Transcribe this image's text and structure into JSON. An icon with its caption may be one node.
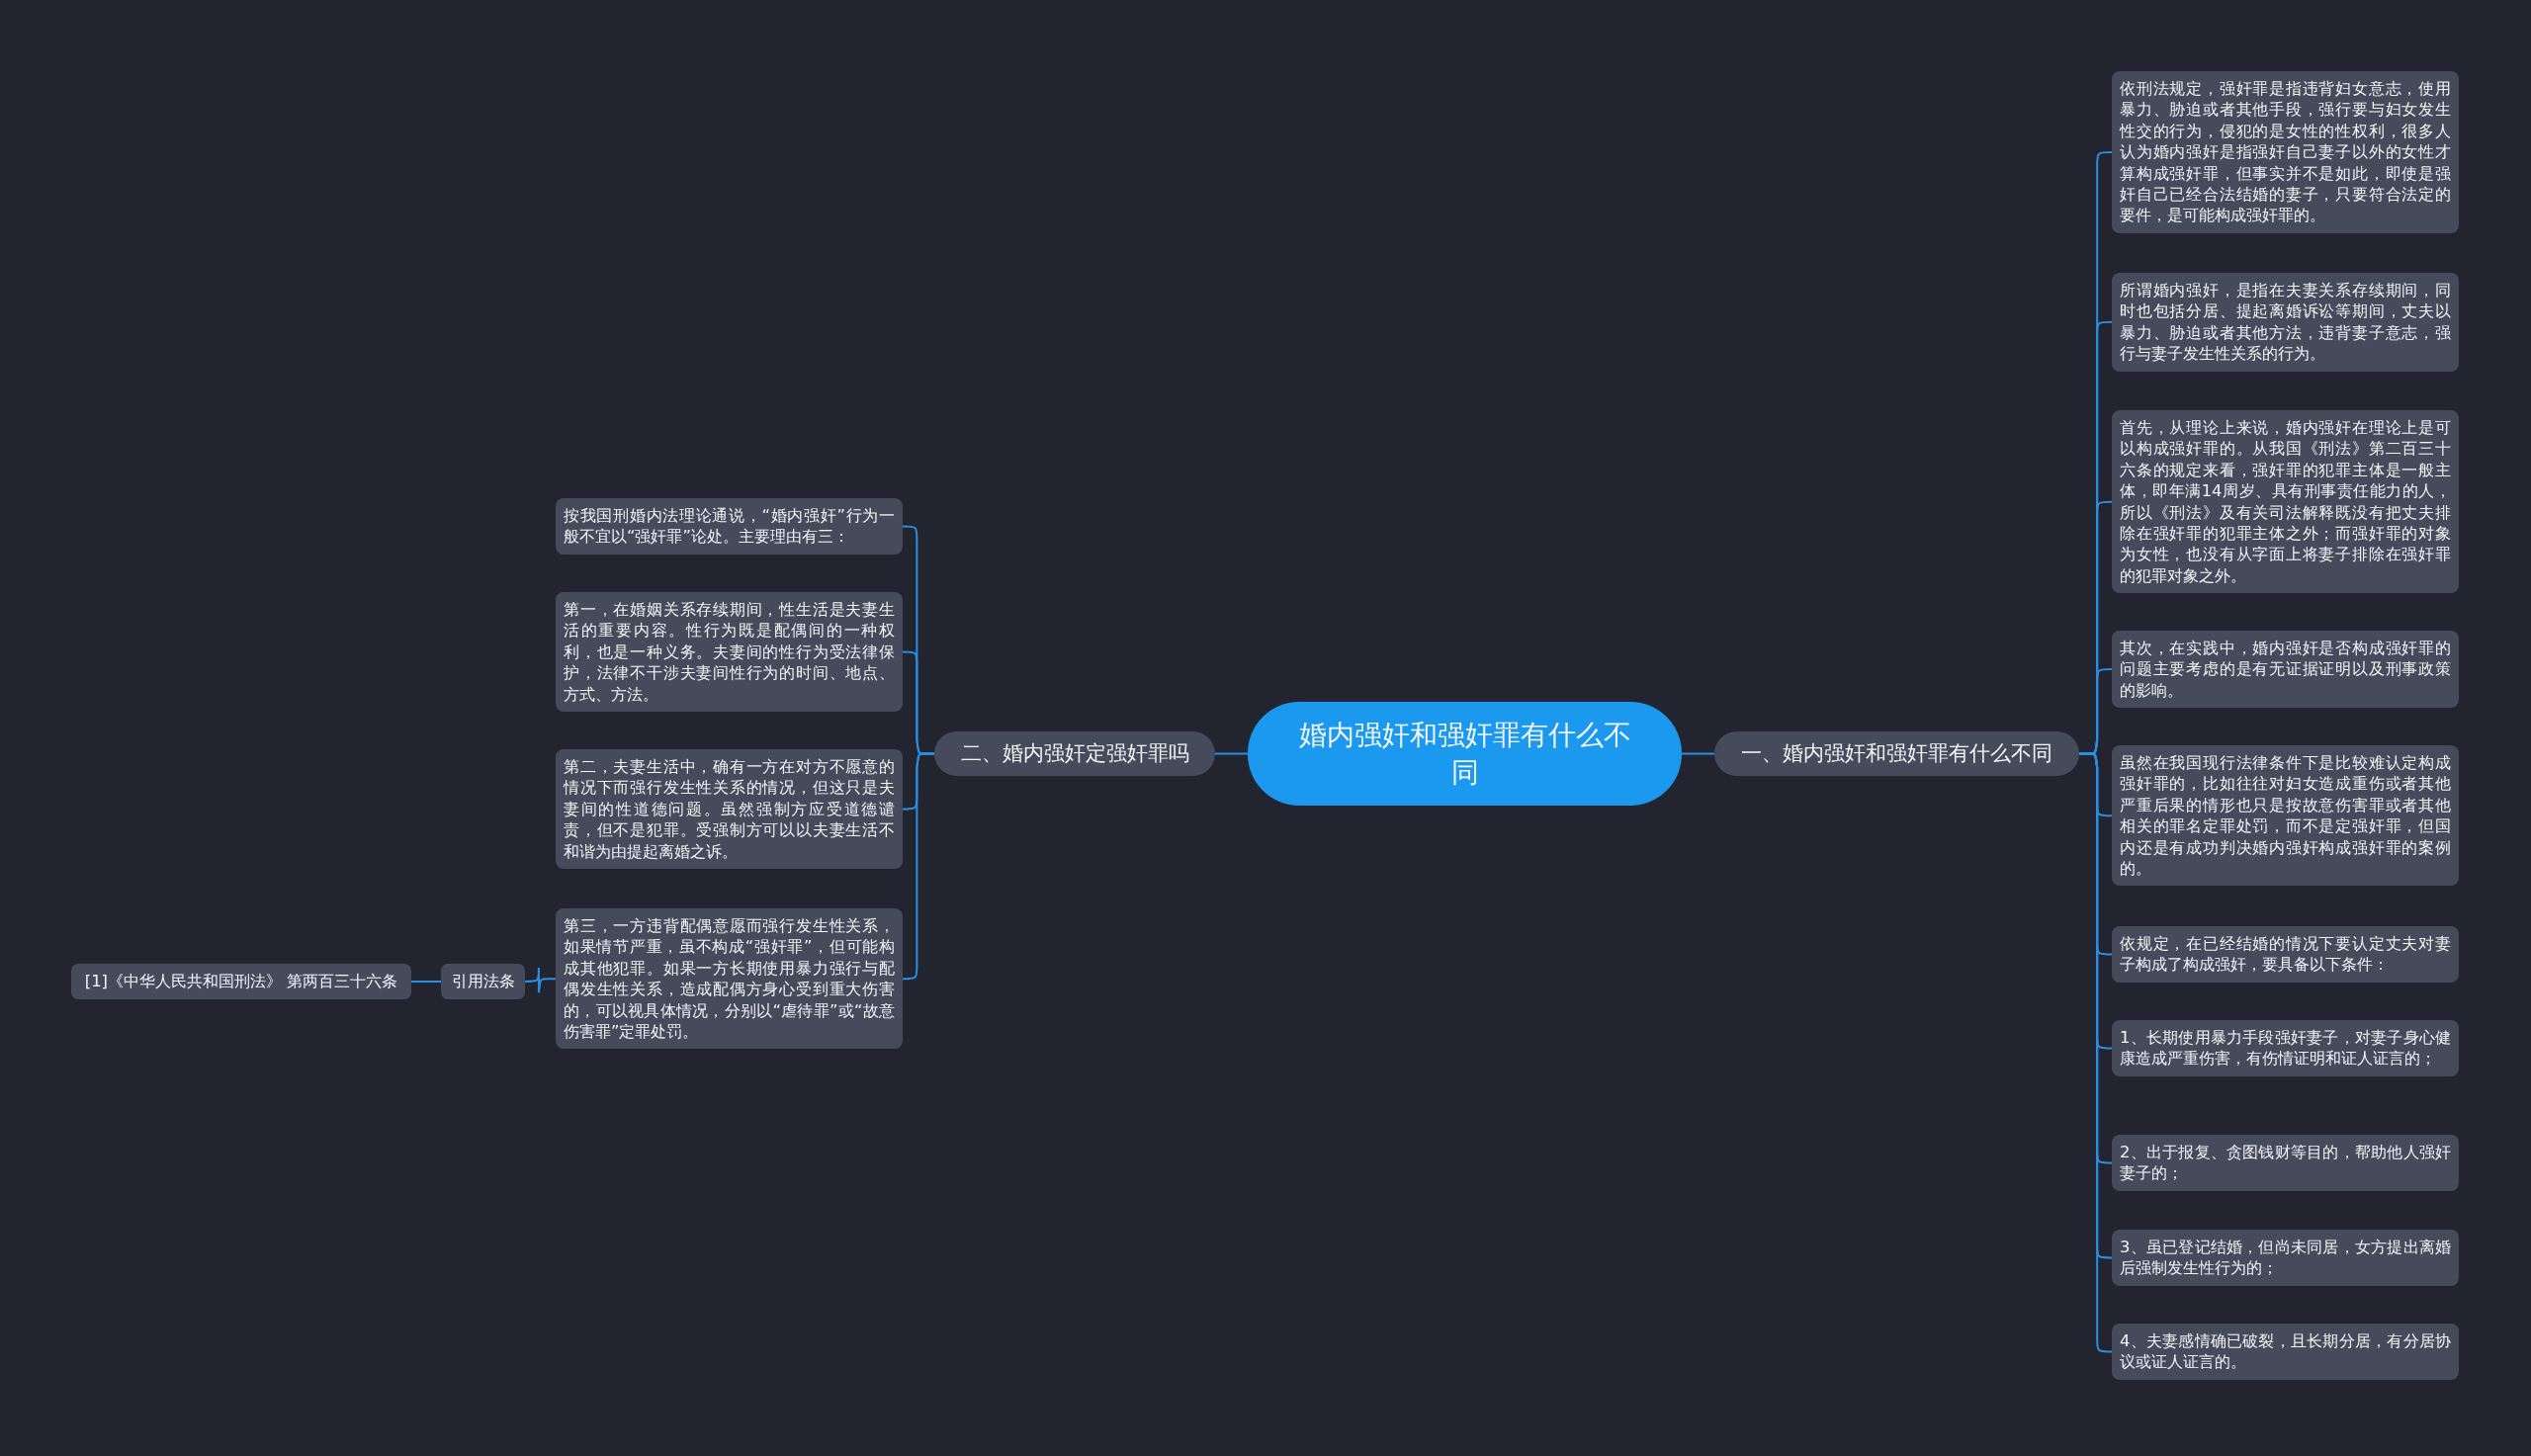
{
  "diagram": {
    "nodes": [
      {
        "text": [
          "婚内强奸和强奸罪有什么不同"
        ]
      },
      {
        "text": [
          "一、婚内强奸和强奸罪有什么不同"
        ]
      },
      {
        "text": [
          "二、婚内强奸定强奸罪吗"
        ]
      },
      {
        "text": [
          "依刑法规定，强奸罪是指违背妇女意志，使用暴力、胁迫或者其他手段，强行要与妇女发生性交的行为，侵犯的是女性的性权利，很多人认为婚内强奸是指强奸自己妻子以外的女性才算构成强奸罪，但事实并不是如此，即使是强奸自己已经合法结婚的妻子，只要符合法定的要件，是可能构成强奸罪的。"
        ]
      },
      {
        "text": [
          "所谓婚内强奸，是指在夫妻关系存续期间，同时也包括分居、提起离婚诉讼等期间，丈夫以暴力、胁迫或者其他方法，违背妻子意志，强行与妻子发生性关系的行为。"
        ]
      },
      {
        "text": [
          "首先，从理论上来说，婚内强奸在理论上是可以构成强奸罪的。从我国《刑法》第二百三十六条的规定来看，强奸罪的犯罪主体是一般主体，即年满14周岁、具有刑事责任能力的人，所以《刑法》及有关司法解释既没有把丈夫排除在强奸罪的犯罪主体之外；而强奸罪的对象为女性，也没有从字面上将妻子排除在强奸罪的犯罪对象之外。"
        ]
      },
      {
        "text": [
          "其次，在实践中，婚内强奸是否构成强奸罪的问题主要考虑的是有无证据证明以及刑事政策的影响。"
        ]
      },
      {
        "text": [
          "虽然在我国现行法律条件下是比较难认定构成强奸罪的，比如往往对妇女造成重伤或者其他严重后果的情形也只是按故意伤害罪或者其他相关的罪名定罪处罚，而不是定强奸罪，但国内还是有成功判决婚内强奸构成强奸罪的案例的。"
        ]
      },
      {
        "text": [
          "依规定，在已经结婚的情况下要认定丈夫对妻子构成了构成强奸，要具备以下条件："
        ]
      },
      {
        "text": [
          "1、长期使用暴力手段强奸妻子，对妻子身心健康造成严重伤害，有伤情证明和证人证言的；"
        ]
      },
      {
        "text": [
          "2、出于报复、贪图钱财等目的，帮助他人强奸妻子的；"
        ]
      },
      {
        "text": [
          "3、虽已登记结婚，但尚未同居，女方提出离婚后强制发生性行为的；"
        ]
      },
      {
        "text": [
          "4、夫妻感情确已破裂，且长期分居，有分居协议或证人证言的。"
        ]
      },
      {
        "text": [
          "按我国刑婚内法理论通说，“婚内强奸”行为一般不宜以“强奸罪”论处。主要理由有三："
        ]
      },
      {
        "text": [
          "第一，在婚姻关系存续期间，性生活是夫妻生活的重要内容。性行为既是配偶间的一种权利，也是一种义务。夫妻间的性行为受法律保护，法律不干涉夫妻间性行为的时间、地点、方式、方法。"
        ]
      },
      {
        "text": [
          "第二，夫妻生活中，确有一方在对方不愿意的情况下而强行发生性关系的情况，但这只是夫妻间的性道德问题。虽然强制方应受道德谴责，但不是犯罪。受强制方可以以夫妻生活不和谐为由提起离婚之诉。"
        ]
      },
      {
        "text": [
          "第三，一方违背配偶意愿而强行发生性关系，如果情节严重，虽不构成“强奸罪”，但可能构成其他犯罪。如果一方长期使用暴力强行与配偶发生性关系，造成配偶方身心受到重大伤害的，可以视具体情况，分别以“虐待罪”或“故意伤害罪”定罪处罚。"
        ]
      },
      {
        "text": [
          "引用法条"
        ]
      },
      {
        "text": [
          "[1]《中华人民共和国刑法》 第两百三十六条"
        ]
      }
    ],
    "edges": [
      {
        "from": 0,
        "to": 1,
        "arrow": "none"
      },
      {
        "from": 0,
        "to": 2,
        "arrow": "none"
      },
      {
        "from": 1,
        "to": 3,
        "arrow": "none"
      },
      {
        "from": 1,
        "to": 4,
        "arrow": "none"
      },
      {
        "from": 1,
        "to": 5,
        "arrow": "none"
      },
      {
        "from": 1,
        "to": 6,
        "arrow": "none"
      },
      {
        "from": 1,
        "to": 7,
        "arrow": "none"
      },
      {
        "from": 1,
        "to": 8,
        "arrow": "none"
      },
      {
        "from": 1,
        "to": 9,
        "arrow": "none"
      },
      {
        "from": 1,
        "to": 10,
        "arrow": "none"
      },
      {
        "from": 1,
        "to": 11,
        "arrow": "none"
      },
      {
        "from": 1,
        "to": 12,
        "arrow": "none"
      },
      {
        "from": 2,
        "to": 13,
        "arrow": "none"
      },
      {
        "from": 2,
        "to": 14,
        "arrow": "none"
      },
      {
        "from": 2,
        "to": 15,
        "arrow": "none"
      },
      {
        "from": 2,
        "to": 16,
        "arrow": "none"
      },
      {
        "from": 16,
        "to": 17,
        "arrow": "none"
      },
      {
        "from": 17,
        "to": 18,
        "arrow": "none"
      }
    ]
  }
}
